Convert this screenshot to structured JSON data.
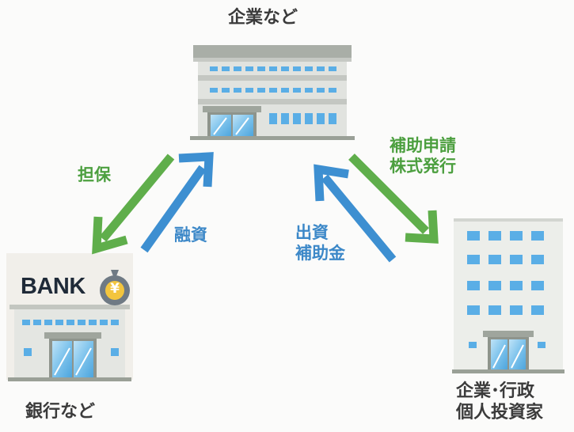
{
  "nodes": {
    "company": {
      "label": "企業など"
    },
    "bank": {
      "label": "銀行など",
      "sign": "BANK",
      "symbol": "¥"
    },
    "investors": {
      "line1": "企業･行政",
      "line2": "個人投資家"
    }
  },
  "edges": {
    "collateral": {
      "label": "担保"
    },
    "loan": {
      "label": "融資"
    },
    "investment": {
      "line1": "出資",
      "line2": "補助金"
    },
    "application": {
      "line1": "補助申請",
      "line2": "株式発行"
    }
  },
  "colors": {
    "green_arrow": "#5fae4b",
    "blue_arrow": "#3d8fd1",
    "building_window": "#5aaee6",
    "building_gray": "#b9bdb8"
  }
}
